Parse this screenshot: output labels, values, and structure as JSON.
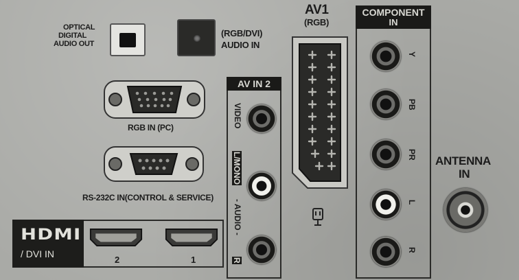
{
  "optical_label": [
    "OPTICAL",
    "DIGITAL",
    "AUDIO OUT"
  ],
  "rgbdvi_audio_label": [
    "(RGB/DVI)",
    "AUDIO IN"
  ],
  "rgb_in_label": "RGB IN (PC)",
  "rs232_label": "RS-232C IN(CONTROL & SERVICE)",
  "av_in2": {
    "title": "AV IN 2",
    "video": "VIDEO",
    "lmono": "L/MONO",
    "audio": "- AUDIO -",
    "r": "R"
  },
  "av1": {
    "title": "AV1",
    "subtitle": "(RGB)"
  },
  "component": {
    "title": "COMPONENT",
    "subtitle": "IN",
    "jacks": [
      "Y",
      "PB",
      "PR",
      "L",
      "R"
    ]
  },
  "antenna": [
    "ANTENNA",
    "IN"
  ],
  "hdmi": {
    "logo": "HDMI",
    "dvi": "/ DVI IN",
    "port_numbers": [
      "2",
      "1"
    ]
  },
  "colors": {
    "panel_background": "#a9aaa6",
    "label_bar": "#1a1a18",
    "white_jack_ring": "#f1f1ec"
  }
}
